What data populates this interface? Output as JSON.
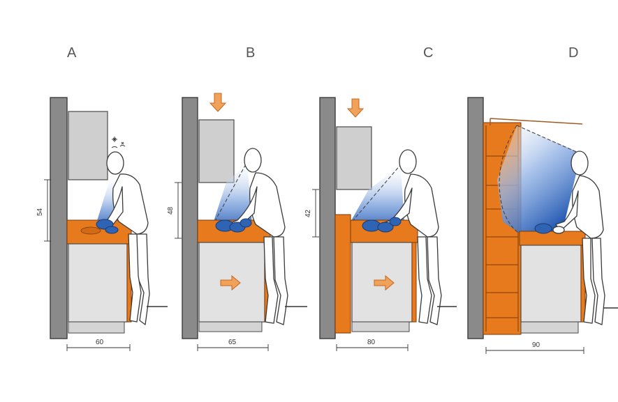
{
  "panels": [
    {
      "letter": "A",
      "height_label": "54",
      "depth_label": "60"
    },
    {
      "letter": "B",
      "height_label": "48",
      "depth_label": "65"
    },
    {
      "letter": "C",
      "height_label": "42",
      "depth_label": "80"
    },
    {
      "letter": "D",
      "depth_label": "90"
    }
  ],
  "colors": {
    "countertop": "#e87a1e",
    "light_cone": "#2f63b3",
    "arrow": "#f0a25a",
    "wall": "#8a8a8a",
    "cabinet": "#e2e2e2"
  }
}
